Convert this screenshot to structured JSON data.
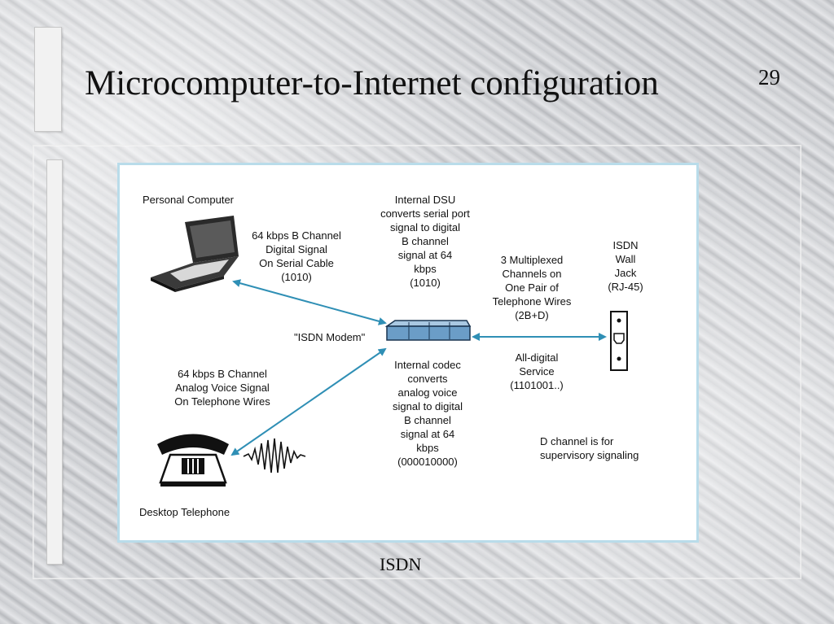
{
  "slide": {
    "number": "29",
    "title": "Microcomputer-to-Internet configuration",
    "caption": "ISDN"
  },
  "diagram": {
    "labels": {
      "personal_computer": "Personal Computer",
      "pc_link": "64 kbps B Channel\nDigital Signal\nOn Serial Cable\n(1010)",
      "internal_dsu": "Internal DSU\nconverts serial port\nsignal to digital\nB channel\nsignal at 64\nkbps\n(1010)",
      "multiplexed": "3 Multiplexed\nChannels on\nOne Pair of\nTelephone Wires\n(2B+D)",
      "wall_jack": "ISDN\nWall\nJack\n(RJ-45)",
      "isdn_modem": "\"ISDN Modem\"",
      "phone_link": "64 kbps B Channel\nAnalog Voice Signal\nOn Telephone Wires",
      "internal_codec": "Internal codec\nconverts\nanalog voice\nsignal to digital\nB channel\nsignal at 64\nkbps\n(000010000)",
      "all_digital": "All-digital\nService\n(1101001..)",
      "d_channel": "D channel is for\nsupervisory signaling",
      "desktop_telephone": "Desktop Telephone"
    },
    "colors": {
      "arrow": "#2f8fb5",
      "modem": "#6b9dc7",
      "frame": "#b9dcea"
    }
  }
}
